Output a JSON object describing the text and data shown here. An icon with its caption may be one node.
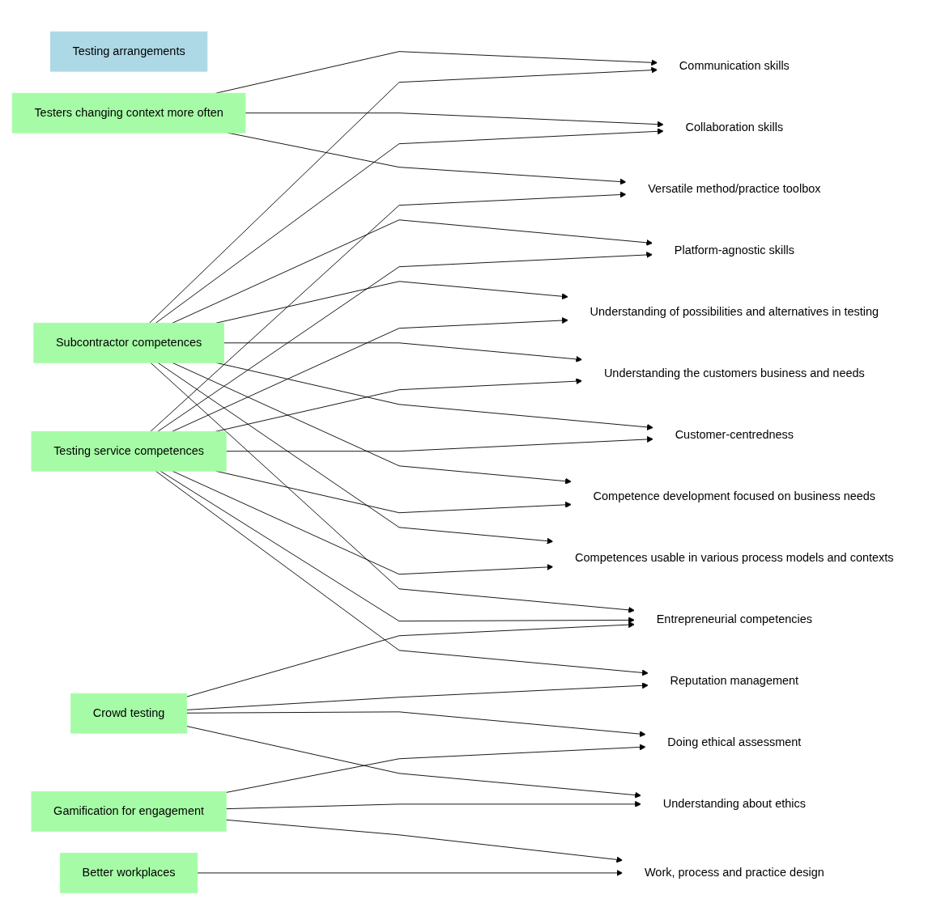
{
  "diagram": {
    "nodes": [
      {
        "text": [
          "Testing arrangements"
        ]
      },
      {
        "text": [
          "Testers changing context more often"
        ]
      },
      {
        "text": [
          "Subcontractor competences"
        ]
      },
      {
        "text": [
          "Testing service competences"
        ]
      },
      {
        "text": [
          "Crowd testing"
        ]
      },
      {
        "text": [
          "Gamification for engagement"
        ]
      },
      {
        "text": [
          "Better workplaces"
        ]
      },
      {
        "text": [
          "Communication skills"
        ]
      },
      {
        "text": [
          "Collaboration skills"
        ]
      },
      {
        "text": [
          "Versatile method/practice toolbox"
        ]
      },
      {
        "text": [
          "Platform-agnostic skills"
        ]
      },
      {
        "text": [
          "Understanding of possibilities and alternatives in testing"
        ]
      },
      {
        "text": [
          "Understanding the customers business and needs"
        ]
      },
      {
        "text": [
          "Customer-centredness"
        ]
      },
      {
        "text": [
          "Competence development focused on business needs"
        ]
      },
      {
        "text": [
          "Competences usable in various process models and contexts"
        ]
      },
      {
        "text": [
          "Reputation management"
        ]
      },
      {
        "text": [
          "Entrepreneurial competencies"
        ]
      },
      {
        "text": [
          "Doing ethical assessment"
        ]
      },
      {
        "text": [
          "Understanding about ethics"
        ]
      },
      {
        "text": [
          "Work, process and practice design"
        ]
      }
    ],
    "edges": [
      {
        "from": 1,
        "to": 7,
        "arrow": "to"
      },
      {
        "from": 1,
        "to": 8,
        "arrow": "to"
      },
      {
        "from": 1,
        "to": 9,
        "arrow": "to"
      },
      {
        "from": 2,
        "to": 7,
        "arrow": "to"
      },
      {
        "from": 2,
        "to": 8,
        "arrow": "to"
      },
      {
        "from": 2,
        "to": 10,
        "arrow": "to"
      },
      {
        "from": 2,
        "to": 11,
        "arrow": "to"
      },
      {
        "from": 2,
        "to": 12,
        "arrow": "to"
      },
      {
        "from": 2,
        "to": 13,
        "arrow": "to"
      },
      {
        "from": 2,
        "to": 14,
        "arrow": "to"
      },
      {
        "from": 2,
        "to": 15,
        "arrow": "to"
      },
      {
        "from": 2,
        "to": 17,
        "arrow": "to"
      },
      {
        "from": 3,
        "to": 9,
        "arrow": "to"
      },
      {
        "from": 3,
        "to": 10,
        "arrow": "to"
      },
      {
        "from": 3,
        "to": 11,
        "arrow": "to"
      },
      {
        "from": 3,
        "to": 12,
        "arrow": "to"
      },
      {
        "from": 3,
        "to": 13,
        "arrow": "to"
      },
      {
        "from": 3,
        "to": 14,
        "arrow": "to"
      },
      {
        "from": 3,
        "to": 15,
        "arrow": "to"
      },
      {
        "from": 3,
        "to": 16,
        "arrow": "to"
      },
      {
        "from": 3,
        "to": 17,
        "arrow": "to"
      },
      {
        "from": 4,
        "to": 16,
        "arrow": "to"
      },
      {
        "from": 4,
        "to": 17,
        "arrow": "to"
      },
      {
        "from": 4,
        "to": 18,
        "arrow": "to"
      },
      {
        "from": 4,
        "to": 19,
        "arrow": "to"
      },
      {
        "from": 5,
        "to": 18,
        "arrow": "to"
      },
      {
        "from": 5,
        "to": 19,
        "arrow": "to"
      },
      {
        "from": 5,
        "to": 20,
        "arrow": "to"
      },
      {
        "from": 6,
        "to": 20,
        "arrow": "to"
      }
    ]
  }
}
